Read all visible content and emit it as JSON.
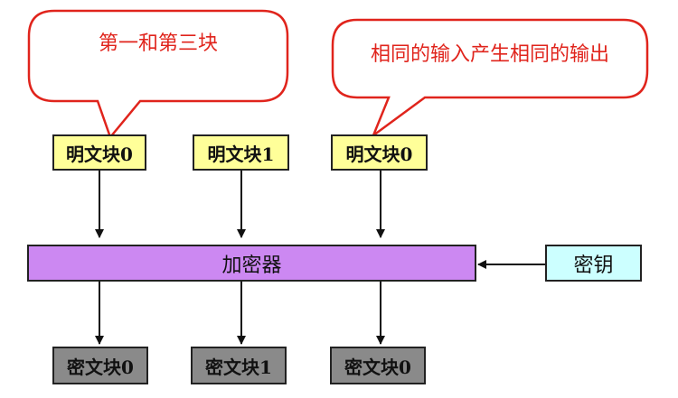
{
  "callouts": [
    {
      "text": "第一和第三块"
    },
    {
      "text": "相同的输入产生相同的输出"
    }
  ],
  "plaintext_blocks": [
    {
      "label": "明文块0"
    },
    {
      "label": "明文块1"
    },
    {
      "label": "明文块0"
    }
  ],
  "encryptor": {
    "label": "加密器"
  },
  "key": {
    "label": "密钥"
  },
  "ciphertext_blocks": [
    {
      "label": "密文块0"
    },
    {
      "label": "密文块1"
    },
    {
      "label": "密文块0"
    }
  ],
  "colors": {
    "callout_border": "#e0241c",
    "callout_text": "#e0241c",
    "plaintext_fill": "#ffff99",
    "encryptor_fill": "#cc88f2",
    "key_fill": "#ccffff",
    "ciphertext_fill": "#8a8a8a"
  }
}
